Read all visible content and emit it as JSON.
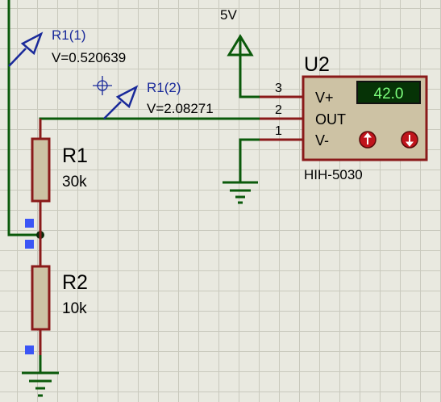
{
  "power": {
    "label": "5V"
  },
  "probe1": {
    "name": "R1(1)",
    "voltage": "V=0.520639"
  },
  "probe2": {
    "name": "R1(2)",
    "voltage": "V=2.08271"
  },
  "r1": {
    "ref": "R1",
    "value": "30k"
  },
  "r2": {
    "ref": "R2",
    "value": "10k"
  },
  "sensor": {
    "ref": "U2",
    "part": "HIH-5030",
    "pins": {
      "vplus": "V+",
      "out": "OUT",
      "vminus": "V-"
    },
    "pin_numbers": {
      "p3": "3",
      "p2": "2",
      "p1": "1"
    },
    "display_value": "42.0",
    "up_icon": "arrow-up-icon",
    "down_icon": "arrow-down-icon"
  },
  "colors": {
    "wire": "#0b5a0b",
    "component": "#8a1a1a",
    "component_fill": "#cdc2a4",
    "probe": "#1a2a9a",
    "display_bg": "#063306",
    "display_text": "#7dff7d",
    "button": "#c0141c"
  }
}
